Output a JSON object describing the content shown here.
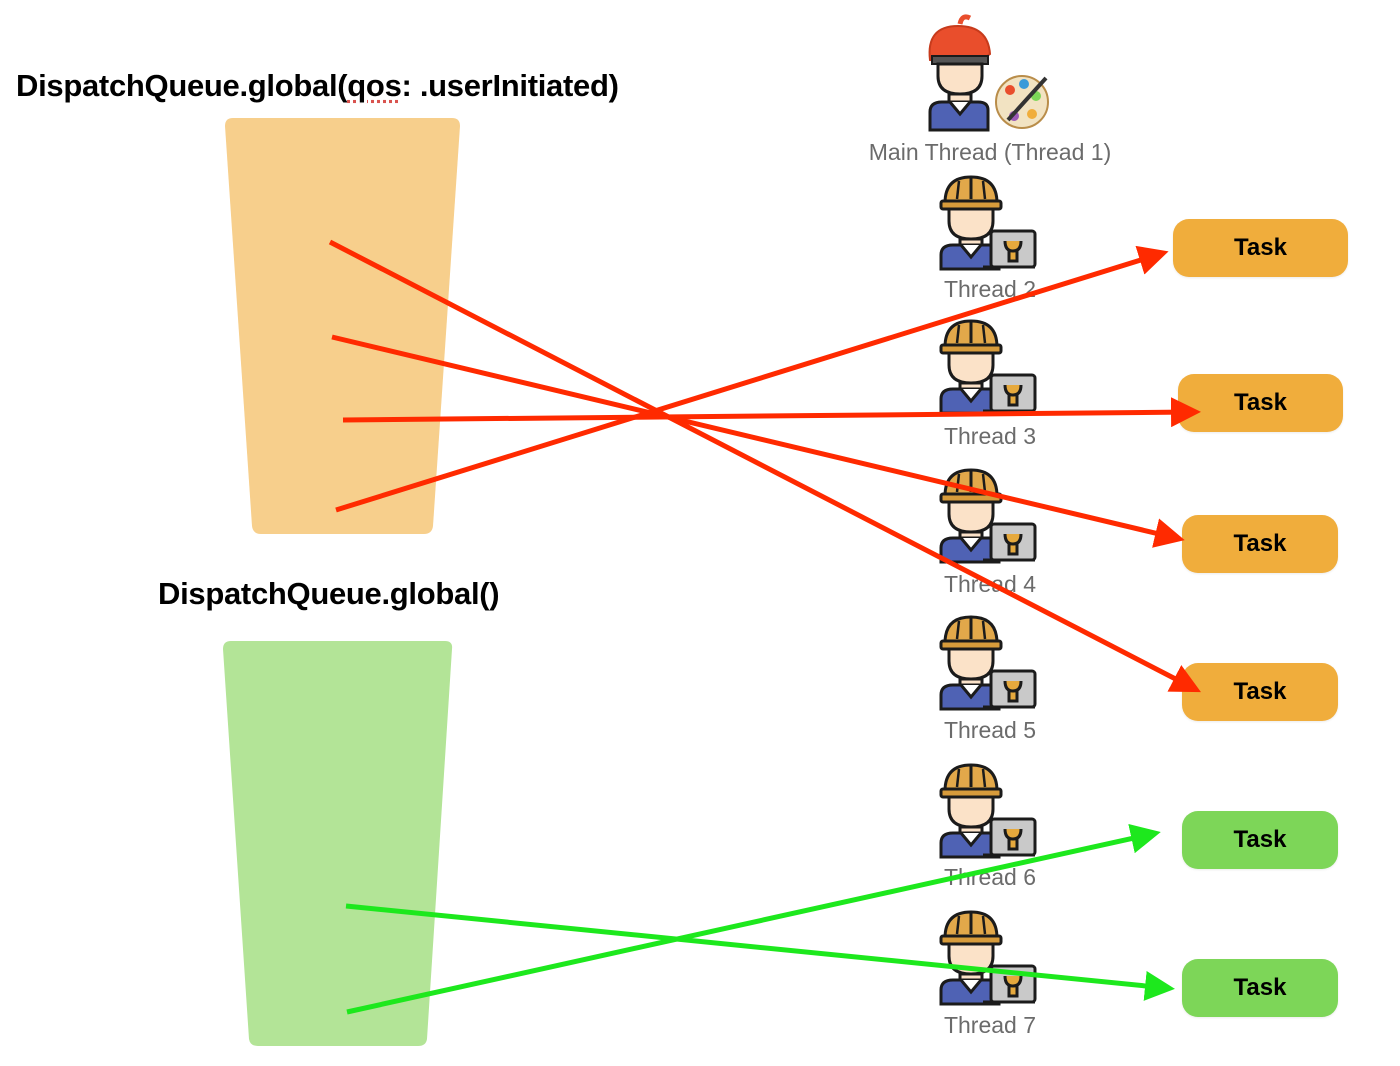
{
  "queues": {
    "user_initiated": {
      "title_prefix": "DispatchQueue.global(",
      "title_flagged": "qos",
      "title_suffix": ": .userInitiated)",
      "color": "#f7cf8c"
    },
    "default": {
      "title": "DispatchQueue.global()",
      "color": "#b3e497"
    }
  },
  "threads": [
    {
      "label": "Main Thread (Thread 1)",
      "icon": "chef-painter-icon"
    },
    {
      "label": "Thread 2",
      "icon": "worker-icon"
    },
    {
      "label": "Thread 3",
      "icon": "worker-icon"
    },
    {
      "label": "Thread 4",
      "icon": "worker-icon"
    },
    {
      "label": "Thread 5",
      "icon": "worker-icon"
    },
    {
      "label": "Thread 6",
      "icon": "worker-icon"
    },
    {
      "label": "Thread 7",
      "icon": "worker-icon"
    }
  ],
  "tasks": [
    {
      "label": "Task",
      "color": "#f0ad3c"
    },
    {
      "label": "Task",
      "color": "#f0ad3c"
    },
    {
      "label": "Task",
      "color": "#f0ad3c"
    },
    {
      "label": "Task",
      "color": "#f0ad3c"
    },
    {
      "label": "Task",
      "color": "#7dd658"
    },
    {
      "label": "Task",
      "color": "#7dd658"
    }
  ],
  "arrow_colors": {
    "user_initiated": "#ff2a00",
    "default": "#1de81d"
  }
}
